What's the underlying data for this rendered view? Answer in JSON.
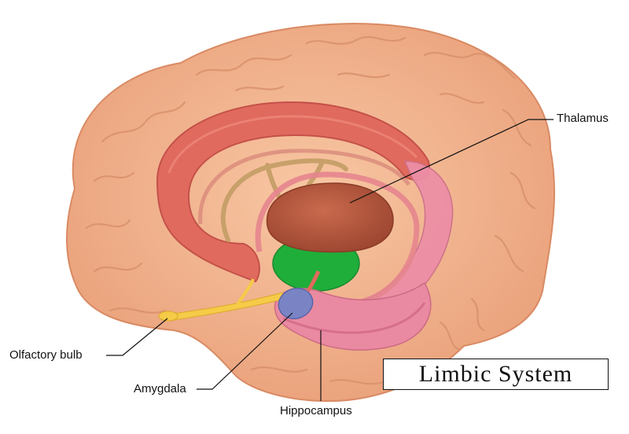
{
  "title": "Limbic System",
  "labels": {
    "thalamus": "Thalamus",
    "olfactory_bulb": "Olfactory bulb",
    "amygdala": "Amygdala",
    "hippocampus": "Hippocampus"
  },
  "colors": {
    "brain": "#f3b48c",
    "cingulate": "#e06a5e",
    "thalamus": "#b8563c",
    "hypothalamus": "#1fae3a",
    "amygdala": "#7a84c4",
    "hippocampus": "#ea8aa2",
    "olfactory": "#f5cb48",
    "fornix": "#c8a06a"
  }
}
